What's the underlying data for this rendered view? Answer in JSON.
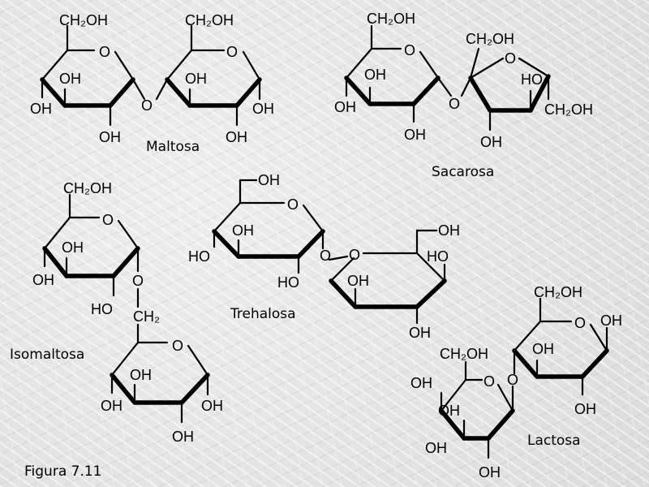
{
  "caption": "Figura 7.11",
  "molecules": {
    "maltosa": {
      "name": "Maltosa",
      "groups": {
        "ch2oh_1": "CH₂OH",
        "ch2oh_2": "CH₂OH",
        "o_ring_1": "O",
        "o_ring_2": "O",
        "oh_a": "OH",
        "oh_b": "OH",
        "oh_c": "OH",
        "oh_d": "OH",
        "oh_e": "OH",
        "oh_f": "OH",
        "o_link": "O"
      }
    },
    "sacarosa": {
      "name": "Sacarosa",
      "groups": {
        "ch2oh_1": "CH₂OH",
        "ch2oh_2": "CH₂OH",
        "ch2oh_3": "CH₂OH",
        "o_ring_1": "O",
        "o_ring_2": "O",
        "oh_a": "OH",
        "oh_b": "OH",
        "oh_c": "OH",
        "oh_d": "HO",
        "oh_e": "OH",
        "o_link": "O"
      }
    },
    "isomaltosa": {
      "name": "Isomaltosa",
      "groups": {
        "ch2oh_1": "CH₂OH",
        "o_ring_1": "O",
        "o_ring_2": "O",
        "oh_a": "OH",
        "oh_b": "OH",
        "oh_c": "HO",
        "o_link": "O",
        "ch2_link": "CH₂",
        "oh_d": "OH",
        "oh_e": "OH",
        "oh_f": "OH",
        "oh_g": "OH"
      }
    },
    "trehalosa": {
      "name": "Trehalosa",
      "groups": {
        "oh_top1": "OH",
        "o_ring_1": "O",
        "oh_a": "OH",
        "oh_b": "HO",
        "oh_c": "HO",
        "o_link": "O",
        "o_ring_2": "O",
        "oh_top2": "OH",
        "oh_d": "HO",
        "oh_e": "OH",
        "oh_f": "OH"
      }
    },
    "lactosa": {
      "name": "Lactosa",
      "groups": {
        "ch2oh_1": "CH₂OH",
        "ch2oh_2": "CH₂OH",
        "o_ring_1": "O",
        "o_ring_2": "O",
        "oh_a": "OH",
        "oh_b": "OH",
        "oh_c": "OH",
        "oh_d": "OH",
        "oh_e": "OH",
        "oh_f": "OH",
        "oh_g": "OH",
        "o_link": "O"
      }
    }
  }
}
